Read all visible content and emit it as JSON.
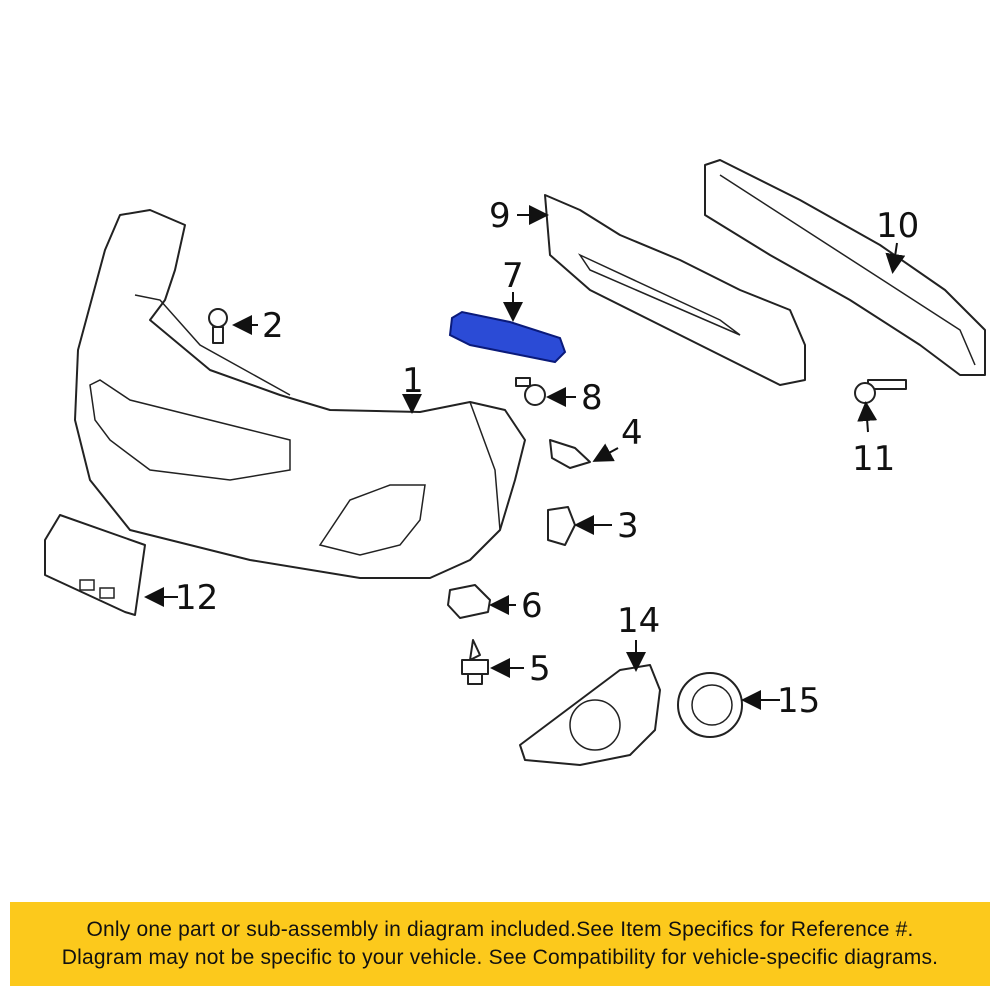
{
  "diagram": {
    "highlight_color": "#2b4bd6",
    "callouts": [
      "1",
      "2",
      "3",
      "4",
      "5",
      "6",
      "7",
      "8",
      "9",
      "10",
      "11",
      "12",
      "14",
      "15"
    ],
    "highlighted_part": "7"
  },
  "banner": {
    "line1": "Only one part or sub-assembly in diagram included.See Item Specifics for Reference #.",
    "line2": "Dlagram may not be specific to your vehicle. See Compatibility for vehicle-specific diagrams.",
    "background": "#fcc91c"
  }
}
